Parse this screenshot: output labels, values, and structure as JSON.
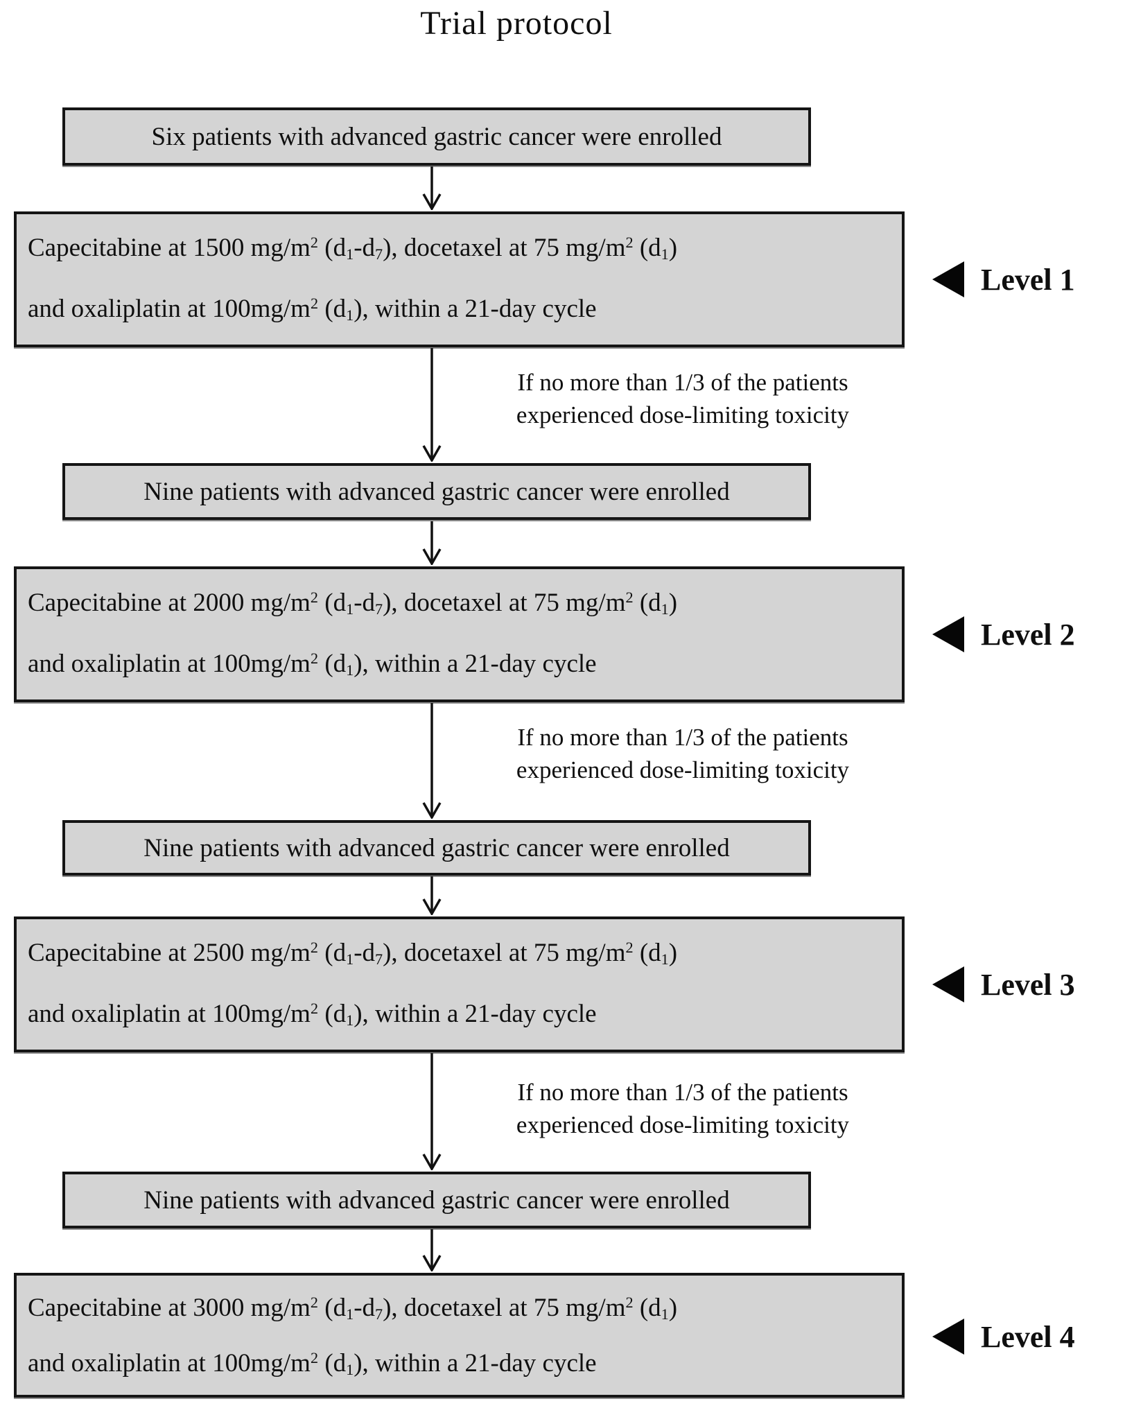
{
  "title": "Trial protocol",
  "colors": {
    "box_fill": "#d4d4d4",
    "box_border": "#151515",
    "text": "#0f0f0f",
    "arrow": "#111111",
    "marker": "#060606"
  },
  "enrollment": [
    {
      "text": "Six patients with advanced gastric cancer were enrolled"
    },
    {
      "text": "Nine patients with advanced gastric cancer were enrolled"
    },
    {
      "text": "Nine patients with advanced gastric cancer were enrolled"
    },
    {
      "text": "Nine patients with advanced gastric cancer were enrolled"
    }
  ],
  "dose_levels": [
    {
      "label": "Level 1",
      "line1": "Capecitabine at 1500 mg/m^{2} (d_{1}-d_{7}), docetaxel at 75 mg/m^{2} (d_{1})",
      "line2": "and oxaliplatin at 100mg/m^{2} (d_{1}), within a 21-day cycle"
    },
    {
      "label": "Level 2",
      "line1": "Capecitabine at 2000 mg/m^{2} (d_{1}-d_{7}), docetaxel at 75 mg/m^{2} (d_{1})",
      "line2": "and oxaliplatin at 100mg/m^{2} (d_{1}), within a 21-day cycle"
    },
    {
      "label": "Level 3",
      "line1": "Capecitabine at 2500 mg/m^{2} (d_{1}-d_{7}), docetaxel at 75 mg/m^{2} (d_{1})",
      "line2": "and oxaliplatin at 100mg/m^{2} (d_{1}), within a 21-day cycle"
    },
    {
      "label": "Level 4",
      "line1": "Capecitabine at 3000 mg/m^{2} (d_{1}-d_{7}), docetaxel at 75 mg/m^{2} (d_{1})",
      "line2": "and oxaliplatin at 100mg/m^{2} (d_{1}), within a 21-day cycle"
    }
  ],
  "condition": {
    "line1": "If no more than 1/3 of the patients",
    "line2": "experienced dose-limiting toxicity"
  }
}
